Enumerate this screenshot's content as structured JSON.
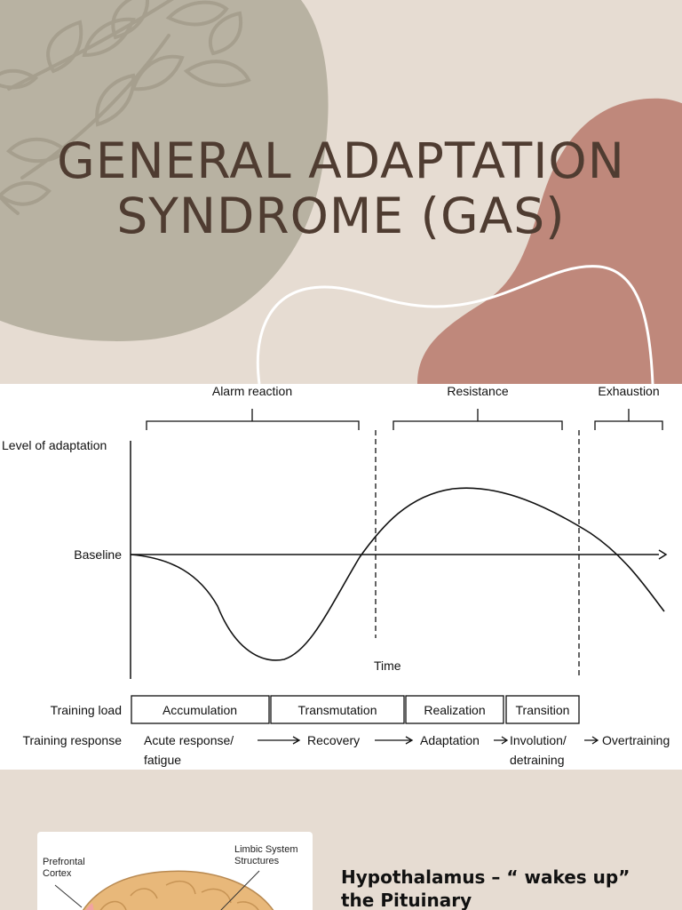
{
  "title_slide": {
    "title_line1": "GENERAL ADAPTATION",
    "title_line2": "SYNDROME (GAS)"
  },
  "diagram": {
    "phases": {
      "alarm": "Alarm reaction",
      "resistance": "Resistance",
      "exhaustion": "Exhaustion"
    },
    "y_axis_label": "Level of adaptation",
    "baseline_label": "Baseline",
    "x_axis_label": "Time",
    "training_load_label": "Training load",
    "training_response_label": "Training response",
    "training_load": [
      "Accumulation",
      "Transmutation",
      "Realization",
      "Transition"
    ],
    "training_response": {
      "acute_line1": "Acute response/",
      "acute_line2": "fatigue",
      "recovery": "Recovery",
      "adaptation": "Adaptation",
      "involution_line1": "Involution/",
      "involution_line2": "detraining",
      "overtraining": "Overtraining"
    }
  },
  "bottom_slide": {
    "brain_labels": {
      "prefrontal": [
        "Prefrontal",
        "Cortex"
      ],
      "limbic": [
        "Limbic System",
        "Structures"
      ]
    },
    "hypothalamus_text": "Hypothalamus – “ wakes up” the Pituinary"
  },
  "colors": {
    "background": "#e6dcd2",
    "sage_blob": "#b8b2a2",
    "rose_blob": "#bf887b",
    "title_text": "#4f3c31",
    "leaf_stroke": "#a39c8b"
  }
}
